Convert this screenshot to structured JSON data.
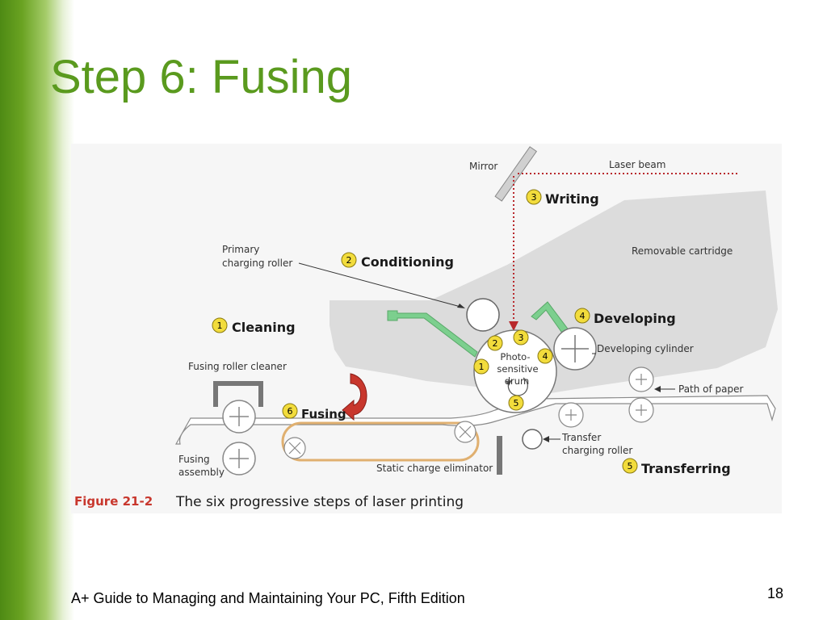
{
  "slide": {
    "title": "Step 6: Fusing",
    "footer": "A+ Guide to Managing and Maintaining Your PC, Fifth Edition",
    "page_number": "18"
  },
  "colors": {
    "title": "#5a9a1e",
    "sidebar": "#6aa322",
    "figure_label": "#c8372d",
    "step_badge": "#f2dc3c",
    "arm": "#7ccf8e",
    "laser": "#b8282c",
    "belt": "#e0b070",
    "cartridge": "#dcdcdc"
  },
  "figure": {
    "caption_label": "Figure 21-2",
    "caption_text": "The six progressive steps of laser printing",
    "labels": {
      "mirror": "Mirror",
      "laser_beam": "Laser beam",
      "removable_cartridge": "Removable cartridge",
      "primary_charging_roller_1": "Primary",
      "primary_charging_roller_2": "charging roller",
      "fusing_roller_cleaner": "Fusing roller cleaner",
      "developing_cylinder": "Developing cylinder",
      "path_of_paper": "Path of paper",
      "transfer_roller_1": "Transfer",
      "transfer_roller_2": "charging roller",
      "static_charge_eliminator": "Static charge eliminator",
      "fusing_assembly_1": "Fusing",
      "fusing_assembly_2": "assembly",
      "drum_1": "Photo-",
      "drum_2": "sensitive",
      "drum_3": "drum"
    },
    "steps": [
      {
        "number": "1",
        "label": "Cleaning"
      },
      {
        "number": "2",
        "label": "Conditioning"
      },
      {
        "number": "3",
        "label": "Writing"
      },
      {
        "number": "4",
        "label": "Developing"
      },
      {
        "number": "5",
        "label": "Transferring"
      },
      {
        "number": "6",
        "label": "Fusing"
      }
    ]
  }
}
